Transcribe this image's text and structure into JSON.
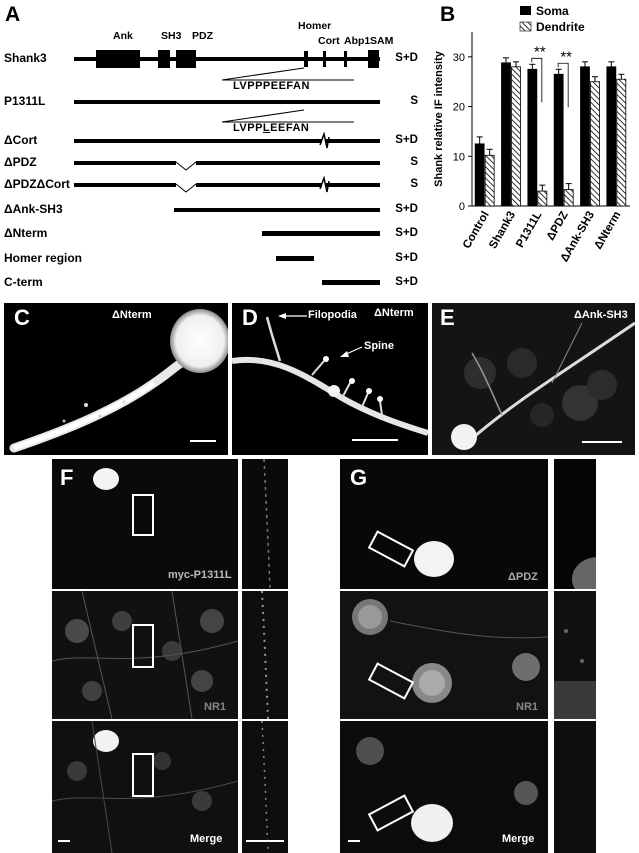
{
  "panel_a": {
    "label": "A",
    "domains": [
      "Ank",
      "SH3",
      "PDZ",
      "Homer",
      "Cort",
      "Abp1",
      "SAM"
    ],
    "constructs": [
      {
        "name": "Shank3",
        "loc": "S+D"
      },
      {
        "name": "P1311L",
        "loc": "S"
      },
      {
        "name": "ΔCort",
        "loc": "S+D"
      },
      {
        "name": "ΔPDZ",
        "loc": "S"
      },
      {
        "name": "ΔPDZΔCort",
        "loc": "S"
      },
      {
        "name": "ΔAnk-SH3",
        "loc": "S+D"
      },
      {
        "name": "ΔNterm",
        "loc": "S+D"
      },
      {
        "name": "Homer region",
        "loc": "S+D"
      },
      {
        "name": "C-term",
        "loc": "S+D"
      }
    ],
    "seq_wt": "LVPPPEEFAN",
    "seq_mut_pre": "LVPP",
    "seq_mut_sub": "L",
    "seq_mut_post": "EEFAN"
  },
  "panel_b": {
    "label": "B",
    "legend": [
      "Soma",
      "Dendrite"
    ],
    "significance": "**",
    "chart_data": {
      "type": "bar",
      "categories": [
        "Control",
        "Shank3",
        "P1311L",
        "ΔPDZ",
        "ΔAnk-SH3",
        "ΔNterm"
      ],
      "series": [
        {
          "name": "Soma",
          "values": [
            12.5,
            28.8,
            27.5,
            26.5,
            28.0,
            28.0
          ],
          "errors": [
            1.4,
            1.0,
            1.0,
            1.0,
            1.0,
            1.0
          ]
        },
        {
          "name": "Dendrite",
          "values": [
            10.2,
            28.0,
            3.0,
            3.3,
            25.0,
            25.5
          ],
          "errors": [
            1.2,
            1.0,
            1.2,
            1.2,
            1.0,
            1.0
          ]
        }
      ],
      "ylabel": "Shank relative IF intensity",
      "ylim": [
        0,
        35
      ],
      "yticks": [
        0,
        10,
        20,
        30
      ],
      "legend_position": "top"
    }
  },
  "panel_c": {
    "label": "C",
    "caption": "ΔNterm"
  },
  "panel_d": {
    "label": "D",
    "caption": "ΔNterm",
    "arrow1": "Filopodia",
    "arrow2": "Spine"
  },
  "panel_e": {
    "label": "E",
    "caption": "ΔAnk-SH3"
  },
  "panel_f": {
    "label": "F",
    "row1": "myc-P1311L",
    "row2": "NR1",
    "row3": "Merge"
  },
  "panel_g": {
    "label": "G",
    "row1": "ΔPDZ",
    "row2": "NR1",
    "row3": "Merge"
  }
}
